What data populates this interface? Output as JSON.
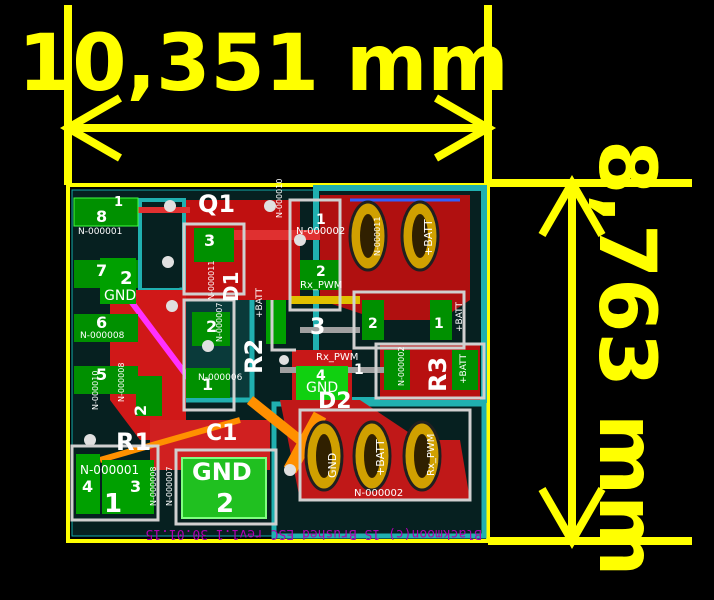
{
  "dimension_horizontal": "10,351 mm",
  "dimension_vertical": "8,763 mm",
  "silkscreen_text": "Blackmoon(c) 1S Brushed ESC rev1.1 30.01.15",
  "colors": {
    "dimension": "#ffff00",
    "board_edge": "#ffff00",
    "front_copper": "#e01010",
    "back_copper": "#00a0a0",
    "pads": "#00c000",
    "silkscreen_front": "#ffffff",
    "silkscreen_back": "#a000a0",
    "background": "#000000"
  },
  "components": [
    {
      "ref": "Q1"
    },
    {
      "ref": "R2"
    },
    {
      "ref": "D1"
    },
    {
      "ref": "D2"
    },
    {
      "ref": "R3"
    },
    {
      "ref": "R1"
    },
    {
      "ref": "C1"
    }
  ],
  "pad_labels": {
    "p1": "1",
    "p2": "2",
    "p3": "3",
    "p4": "4",
    "p5": "5",
    "p6": "6",
    "p7": "7",
    "p8": "8"
  },
  "net_labels": {
    "gnd": "GND",
    "batt": "+BATT",
    "rx_pwm": "Rx_PWM",
    "n1": "N-000001",
    "n2": "N-000002",
    "n6": "N-000006",
    "n7": "N-000007",
    "n8": "N-000008",
    "n10": "N-000010",
    "n11": "N-000011"
  }
}
